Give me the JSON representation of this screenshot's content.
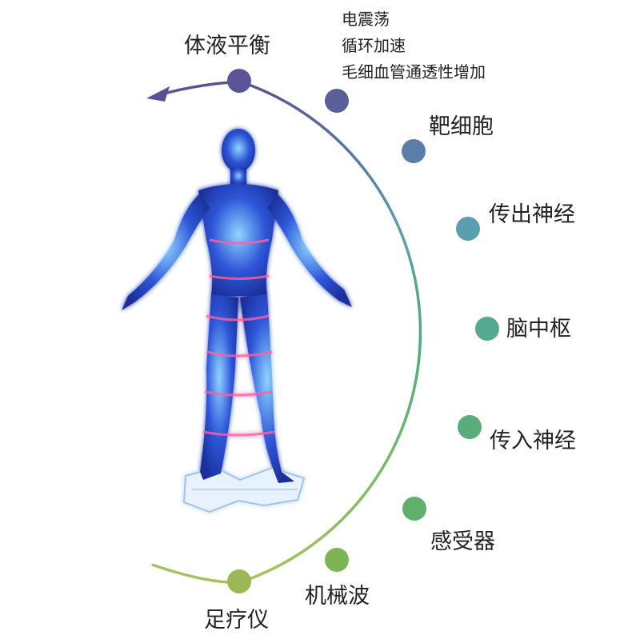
{
  "steps": [
    {
      "id": "foot-device",
      "label": "足疗仪",
      "color": "#9ab857"
    },
    {
      "id": "mechanical-wave",
      "label": "机械波",
      "color": "#7cb555"
    },
    {
      "id": "receptor",
      "label": "感受器",
      "color": "#5fb06a"
    },
    {
      "id": "afferent-nerve",
      "label": "传入神经",
      "color": "#58ad7a"
    },
    {
      "id": "brain-center",
      "label": "脑中枢",
      "color": "#55a891"
    },
    {
      "id": "efferent-nerve",
      "label": "传出神经",
      "color": "#5a9fae"
    },
    {
      "id": "target-cell",
      "label": "靶细胞",
      "color": "#5b7ea8"
    },
    {
      "id": "effects",
      "label": "",
      "color": "#5a5f9c",
      "lines": [
        "电震荡",
        "循环加速",
        "毛细血管通透性增加"
      ]
    },
    {
      "id": "fluid-balance",
      "label": "体液平衡",
      "color": "#5a5598"
    }
  ],
  "colors": {
    "arc_start": "#a6c45a",
    "arc_mid": "#4fae7c",
    "arc_upper": "#5a9cb1",
    "arc_end": "#5a4f96",
    "figure_body": "#2e56d8",
    "figure_glow": "#8fd3ff",
    "figure_bands": "#ff5fa0"
  },
  "figure": {
    "icon": "human-body-figure-icon",
    "base_icon": "foot-device-base-icon"
  }
}
